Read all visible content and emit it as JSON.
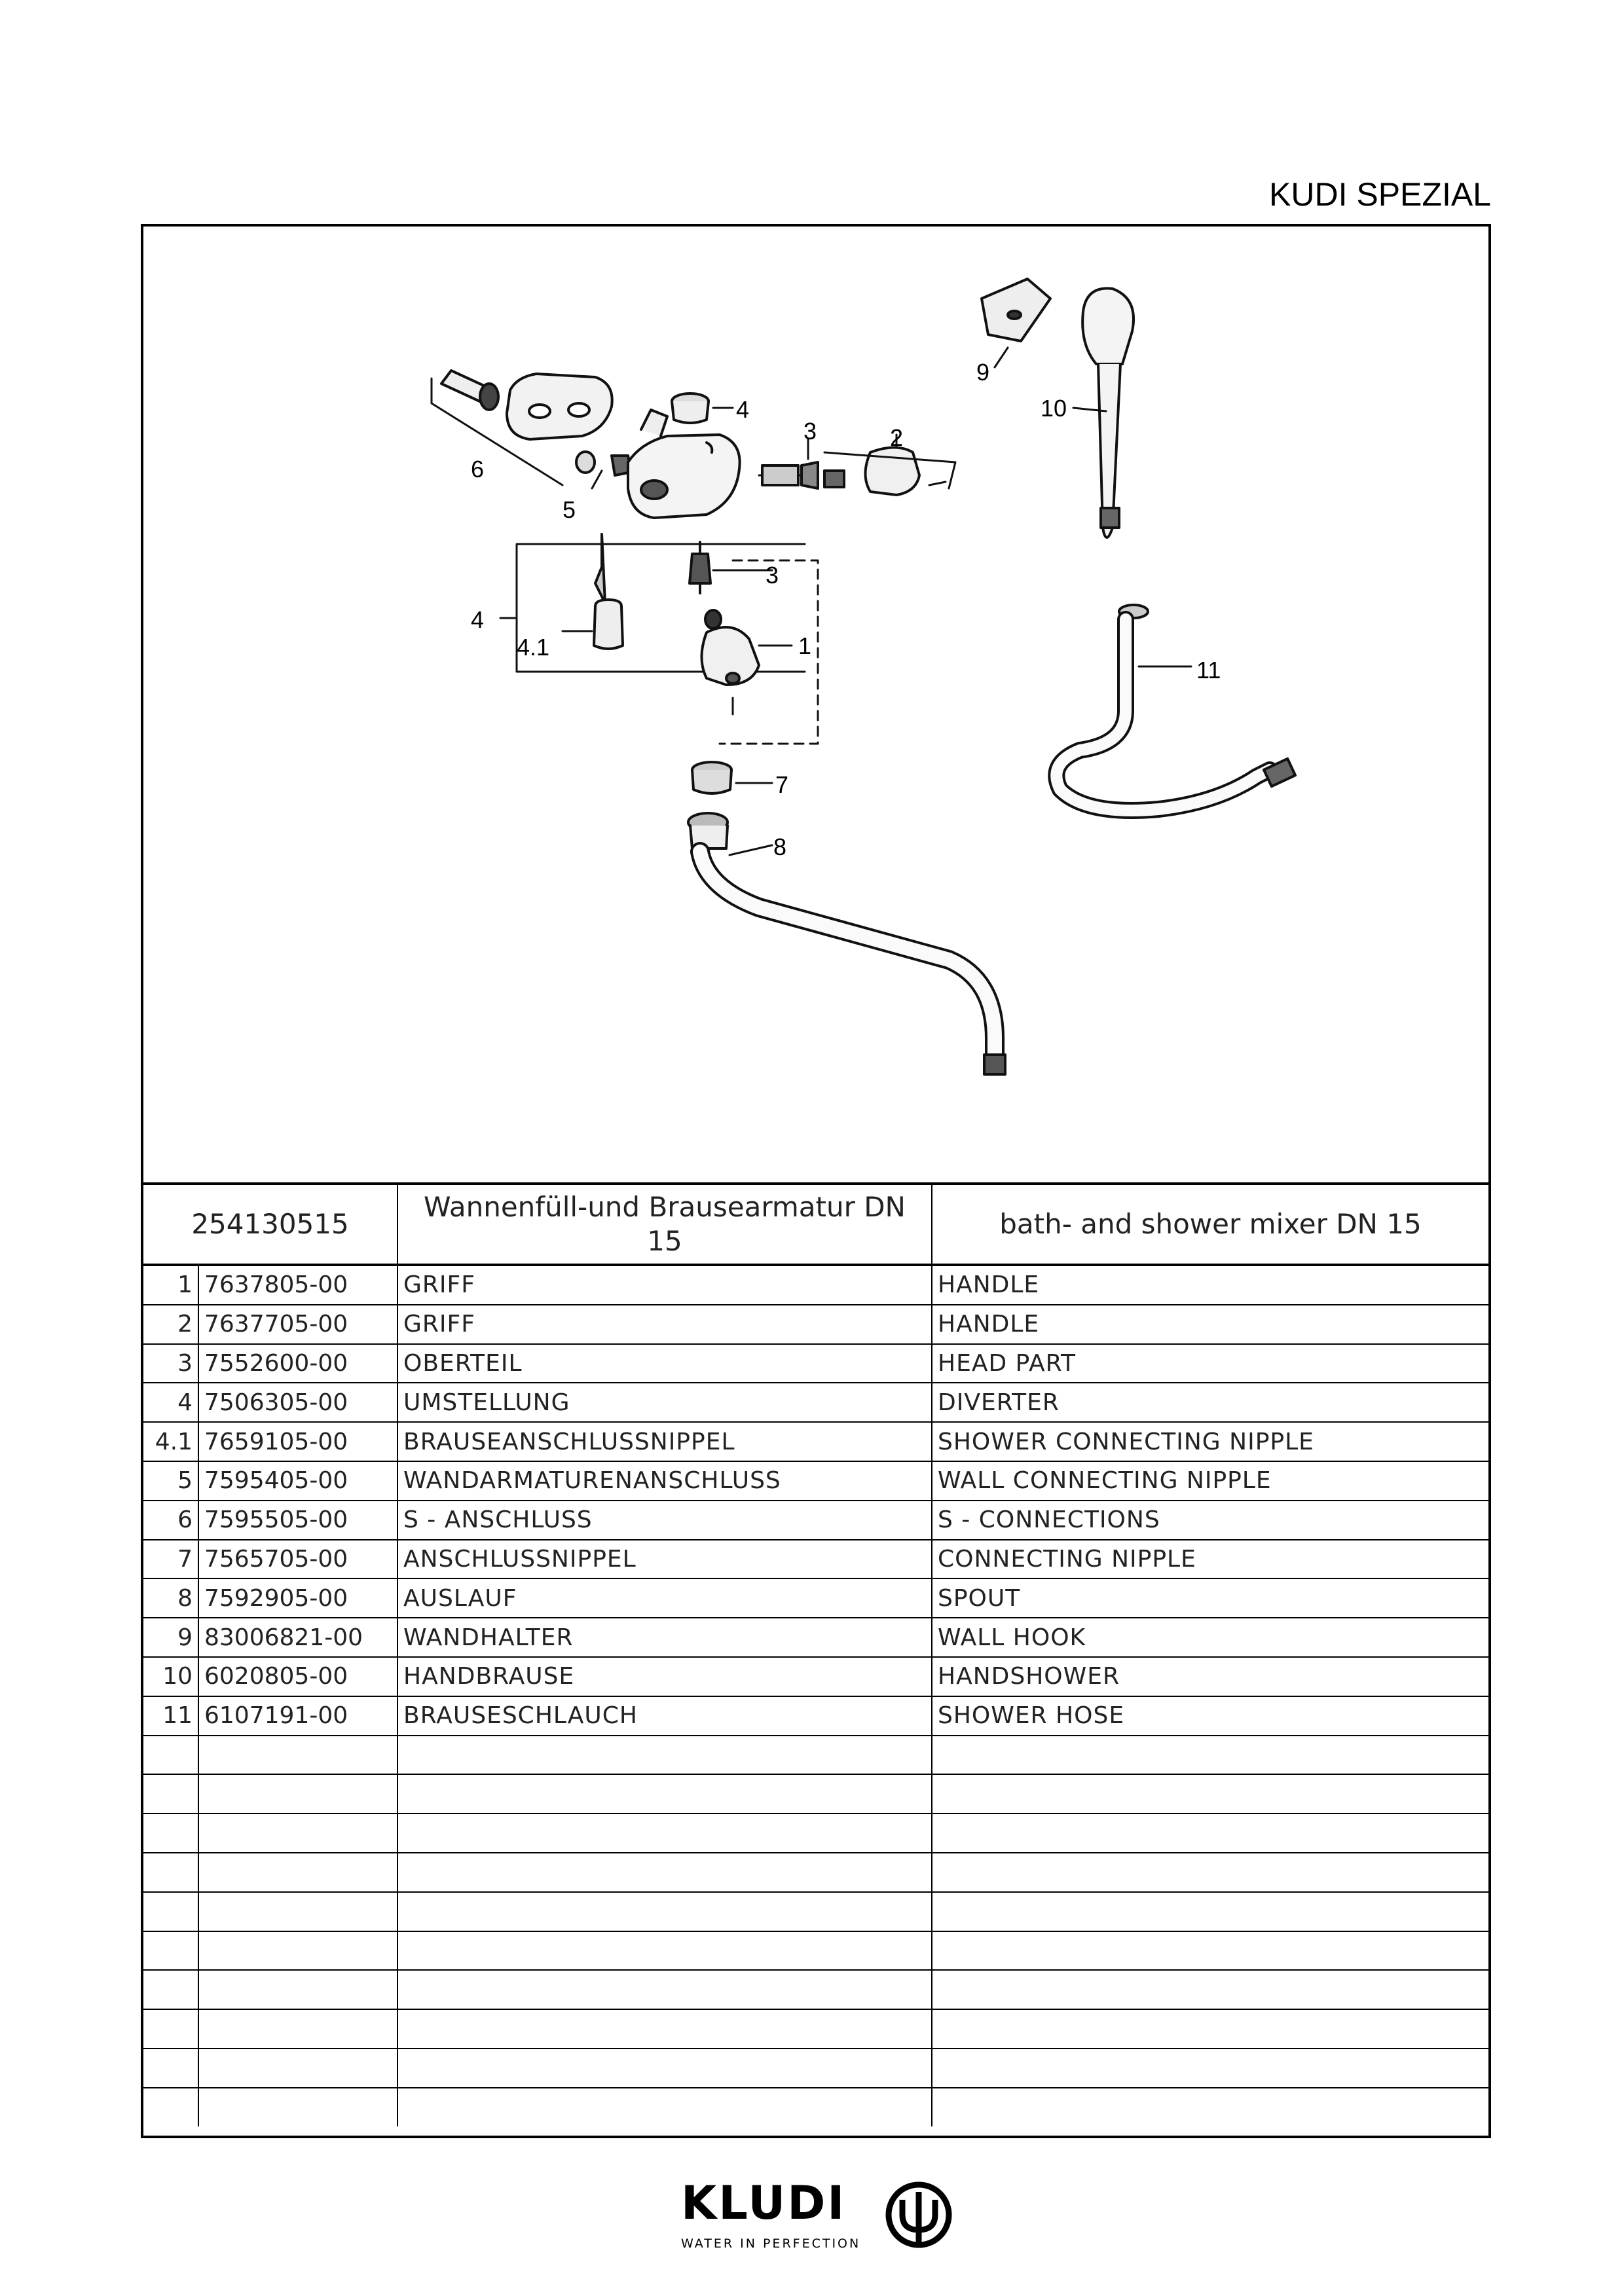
{
  "header": {
    "series": "KUDI SPEZIAL"
  },
  "drawing": {
    "callouts": [
      "1",
      "2",
      "3",
      "3",
      "4",
      "4",
      "4.1",
      "5",
      "6",
      "7",
      "8",
      "9",
      "10",
      "11"
    ]
  },
  "product": {
    "number": "254130515",
    "name_de": "Wannenfüll-und Brausearmatur DN 15",
    "name_en": "bath- and shower mixer DN 15"
  },
  "parts": [
    {
      "pos": "1",
      "number": "7637805-00",
      "de": "GRIFF",
      "en": "HANDLE"
    },
    {
      "pos": "2",
      "number": "7637705-00",
      "de": "GRIFF",
      "en": "HANDLE"
    },
    {
      "pos": "3",
      "number": "7552600-00",
      "de": "OBERTEIL",
      "en": "HEAD PART"
    },
    {
      "pos": "4",
      "number": "7506305-00",
      "de": "UMSTELLUNG",
      "en": "DIVERTER"
    },
    {
      "pos": "4.1",
      "number": "7659105-00",
      "de": "BRAUSEANSCHLUSSNIPPEL",
      "en": "SHOWER CONNECTING NIPPLE"
    },
    {
      "pos": "5",
      "number": "7595405-00",
      "de": "WANDARMATURENANSCHLUSS",
      "en": "WALL CONNECTING NIPPLE"
    },
    {
      "pos": "6",
      "number": "7595505-00",
      "de": "S - ANSCHLUSS",
      "en": "S - CONNECTIONS"
    },
    {
      "pos": "7",
      "number": "7565705-00",
      "de": "ANSCHLUSSNIPPEL",
      "en": "CONNECTING NIPPLE"
    },
    {
      "pos": "8",
      "number": "7592905-00",
      "de": "AUSLAUF",
      "en": "SPOUT"
    },
    {
      "pos": "9",
      "number": "83006821-00",
      "de": "WANDHALTER",
      "en": "WALL HOOK"
    },
    {
      "pos": "10",
      "number": "6020805-00",
      "de": "HANDBRAUSE",
      "en": "HANDSHOWER"
    },
    {
      "pos": "11",
      "number": "6107191-00",
      "de": "BRAUSESCHLAUCH",
      "en": "SHOWER HOSE"
    },
    {
      "pos": "",
      "number": "",
      "de": "",
      "en": ""
    },
    {
      "pos": "",
      "number": "",
      "de": "",
      "en": ""
    },
    {
      "pos": "",
      "number": "",
      "de": "",
      "en": ""
    },
    {
      "pos": "",
      "number": "",
      "de": "",
      "en": ""
    },
    {
      "pos": "",
      "number": "",
      "de": "",
      "en": ""
    },
    {
      "pos": "",
      "number": "",
      "de": "",
      "en": ""
    },
    {
      "pos": "",
      "number": "",
      "de": "",
      "en": ""
    },
    {
      "pos": "",
      "number": "",
      "de": "",
      "en": ""
    },
    {
      "pos": "",
      "number": "",
      "de": "",
      "en": ""
    },
    {
      "pos": "",
      "number": "",
      "de": "",
      "en": ""
    }
  ],
  "footer": {
    "brand": "KLUDI",
    "tagline": "WATER IN PERFECTION",
    "logo_icon": "kludi-emblem-icon"
  }
}
